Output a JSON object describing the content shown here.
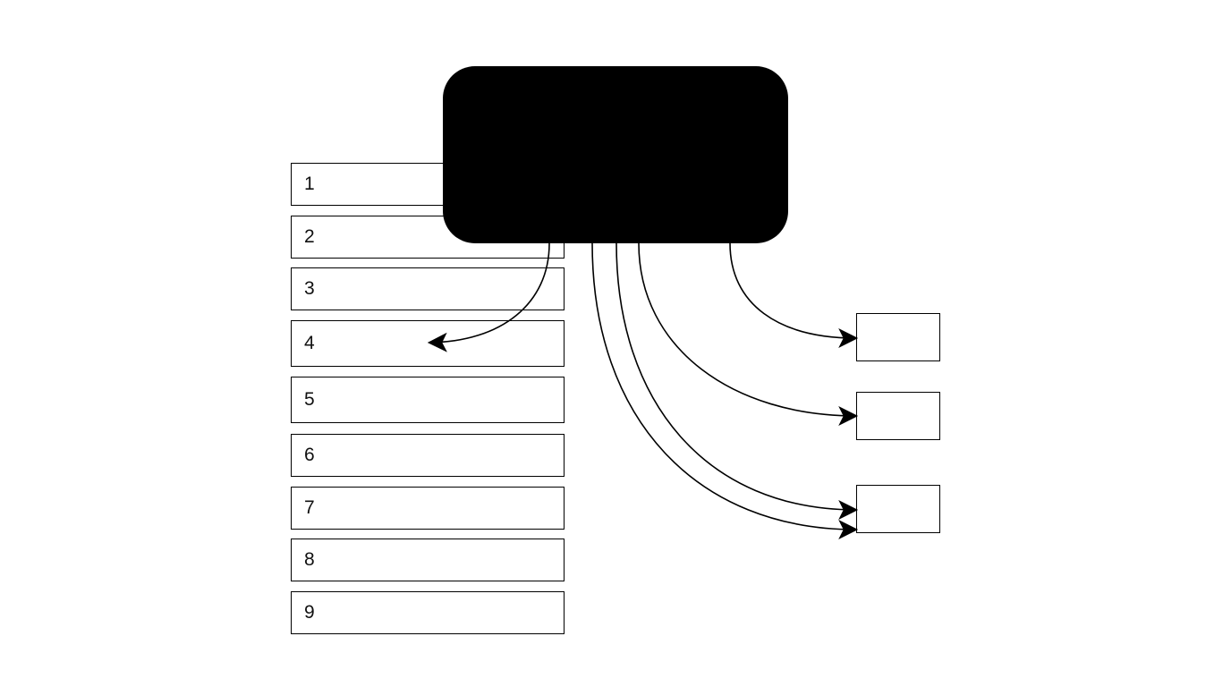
{
  "list": {
    "items": [
      {
        "label": "1"
      },
      {
        "label": "2"
      },
      {
        "label": "3"
      },
      {
        "label": "4"
      },
      {
        "label": "5"
      },
      {
        "label": "6"
      },
      {
        "label": "7"
      },
      {
        "label": "8"
      },
      {
        "label": "9"
      }
    ]
  },
  "colors": {
    "stroke": "#000000",
    "block_fill": "#000000",
    "background": "#ffffff"
  }
}
